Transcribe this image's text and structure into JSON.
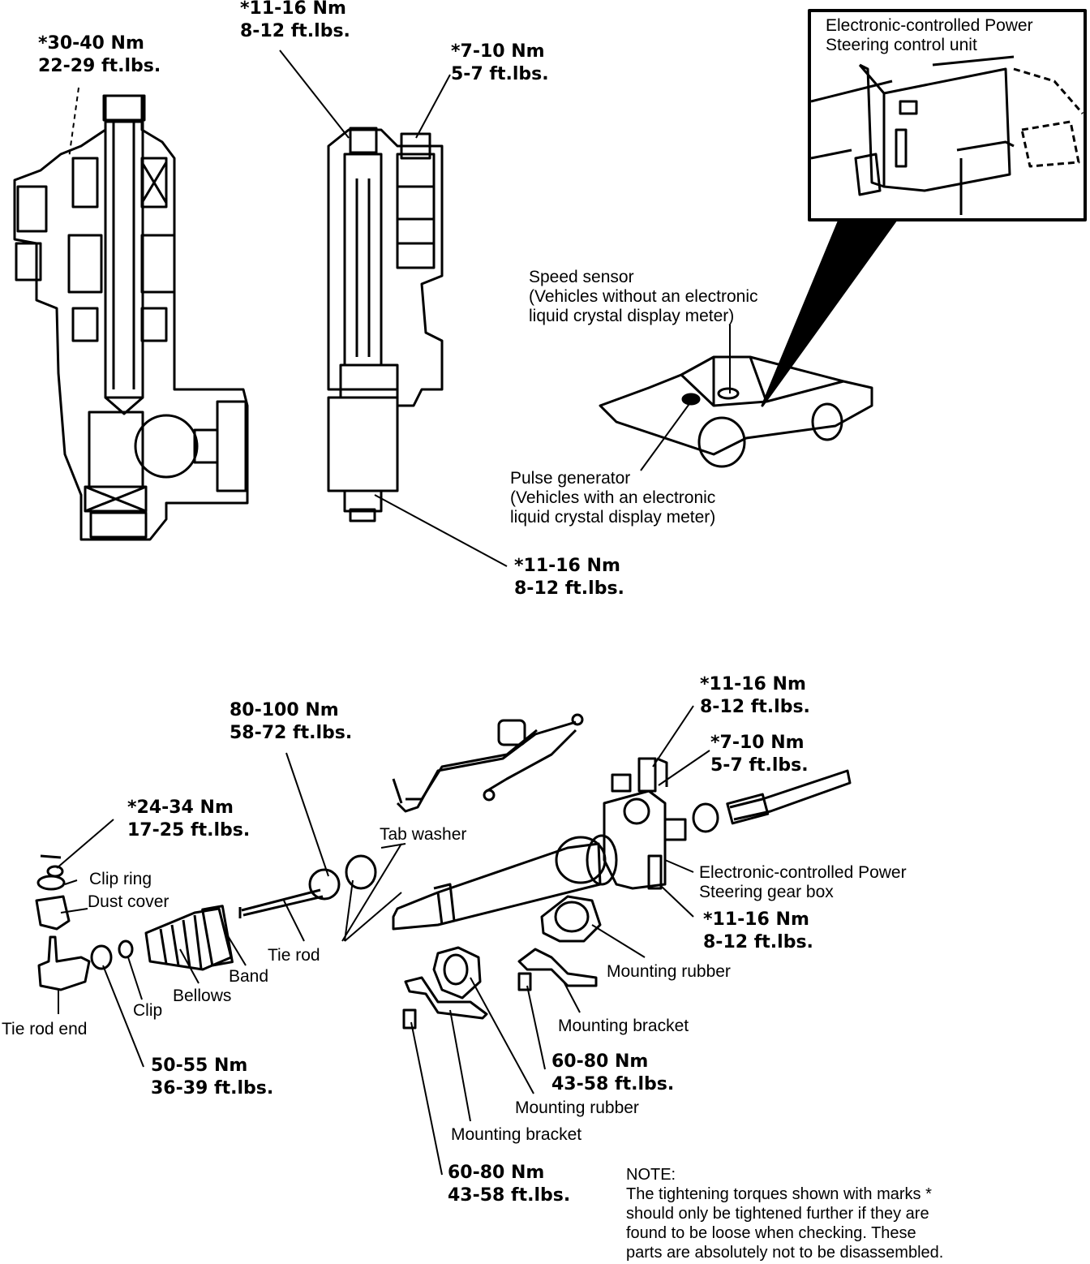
{
  "torques": [
    {
      "id": "t1",
      "nm": "*30-40 Nm",
      "ftlbs": "22-29 ft.lbs."
    },
    {
      "id": "t2",
      "nm": "*11-16 Nm",
      "ftlbs": "8-12 ft.lbs."
    },
    {
      "id": "t3",
      "nm": "*7-10 Nm",
      "ftlbs": "5-7 ft.lbs."
    },
    {
      "id": "t4",
      "nm": "*11-16 Nm",
      "ftlbs": "8-12 ft.lbs."
    },
    {
      "id": "t5",
      "nm": "*11-16 Nm",
      "ftlbs": "8-12 ft.lbs."
    },
    {
      "id": "t6",
      "nm": "80-100 Nm",
      "ftlbs": "58-72 ft.lbs."
    },
    {
      "id": "t7",
      "nm": "*7-10 Nm",
      "ftlbs": "5-7 ft.lbs."
    },
    {
      "id": "t8",
      "nm": "*24-34 Nm",
      "ftlbs": "17-25 ft.lbs."
    },
    {
      "id": "t9",
      "nm": "*11-16 Nm",
      "ftlbs": "8-12 ft.lbs."
    },
    {
      "id": "t10",
      "nm": "50-55 Nm",
      "ftlbs": "36-39 ft.lbs."
    },
    {
      "id": "t11",
      "nm": "60-80 Nm",
      "ftlbs": "43-58 ft.lbs."
    },
    {
      "id": "t12",
      "nm": "60-80 Nm",
      "ftlbs": "43-58 ft.lbs."
    }
  ],
  "labels": {
    "control_unit": [
      "Electronic-controlled Power",
      "Steering control unit"
    ],
    "speed_sensor": [
      "Speed sensor",
      "(Vehicles without an electronic",
      "liquid crystal display meter)"
    ],
    "pulse_generator": [
      "Pulse generator",
      "(Vehicles with an electronic",
      "liquid crystal display meter)"
    ],
    "tab_washer": "Tab washer",
    "clip_ring": "Clip ring",
    "dust_cover": "Dust cover",
    "gear_box": [
      "Electronic-controlled Power",
      "Steering gear box"
    ],
    "tie_rod": "Tie rod",
    "band": "Band",
    "bellows": "Bellows",
    "clip": "Clip",
    "tie_rod_end": "Tie rod end",
    "mounting_rubber_1": "Mounting rubber",
    "mounting_bracket_1": "Mounting bracket",
    "mounting_rubber_2": "Mounting rubber",
    "mounting_bracket_2": "Mounting bracket"
  },
  "note": {
    "title": "NOTE:",
    "lines": [
      "The tightening torques shown with marks *",
      "should only be tightened further if they are",
      "found to be loose when checking. These",
      "parts are absolutely not to be disassembled."
    ]
  }
}
